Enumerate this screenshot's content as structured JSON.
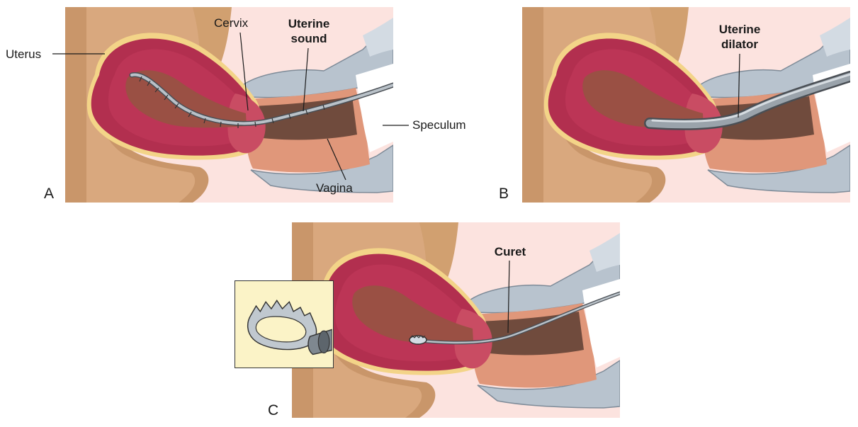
{
  "panels": {
    "a": {
      "letter": "A",
      "labels": {
        "uterus": "Uterus",
        "cervix": "Cervix",
        "instrument_line1": "Uterine",
        "instrument_line2": "sound",
        "speculum": "Speculum",
        "vagina": "Vagina"
      }
    },
    "b": {
      "letter": "B",
      "labels": {
        "instrument_line1": "Uterine",
        "instrument_line2": "dilator"
      }
    },
    "c": {
      "letter": "C",
      "labels": {
        "instrument": "Curet"
      }
    }
  },
  "colors": {
    "background_tissue": "#fce3df",
    "body_brown": "#c9966a",
    "uterus_wall": "#b22f4f",
    "uterus_cavity": "#9a5044",
    "vagina": "#e0977a",
    "speculum_metal": "#b8c3ce",
    "instrument": "#7f8890",
    "inset_background": "#fbf3c7"
  }
}
